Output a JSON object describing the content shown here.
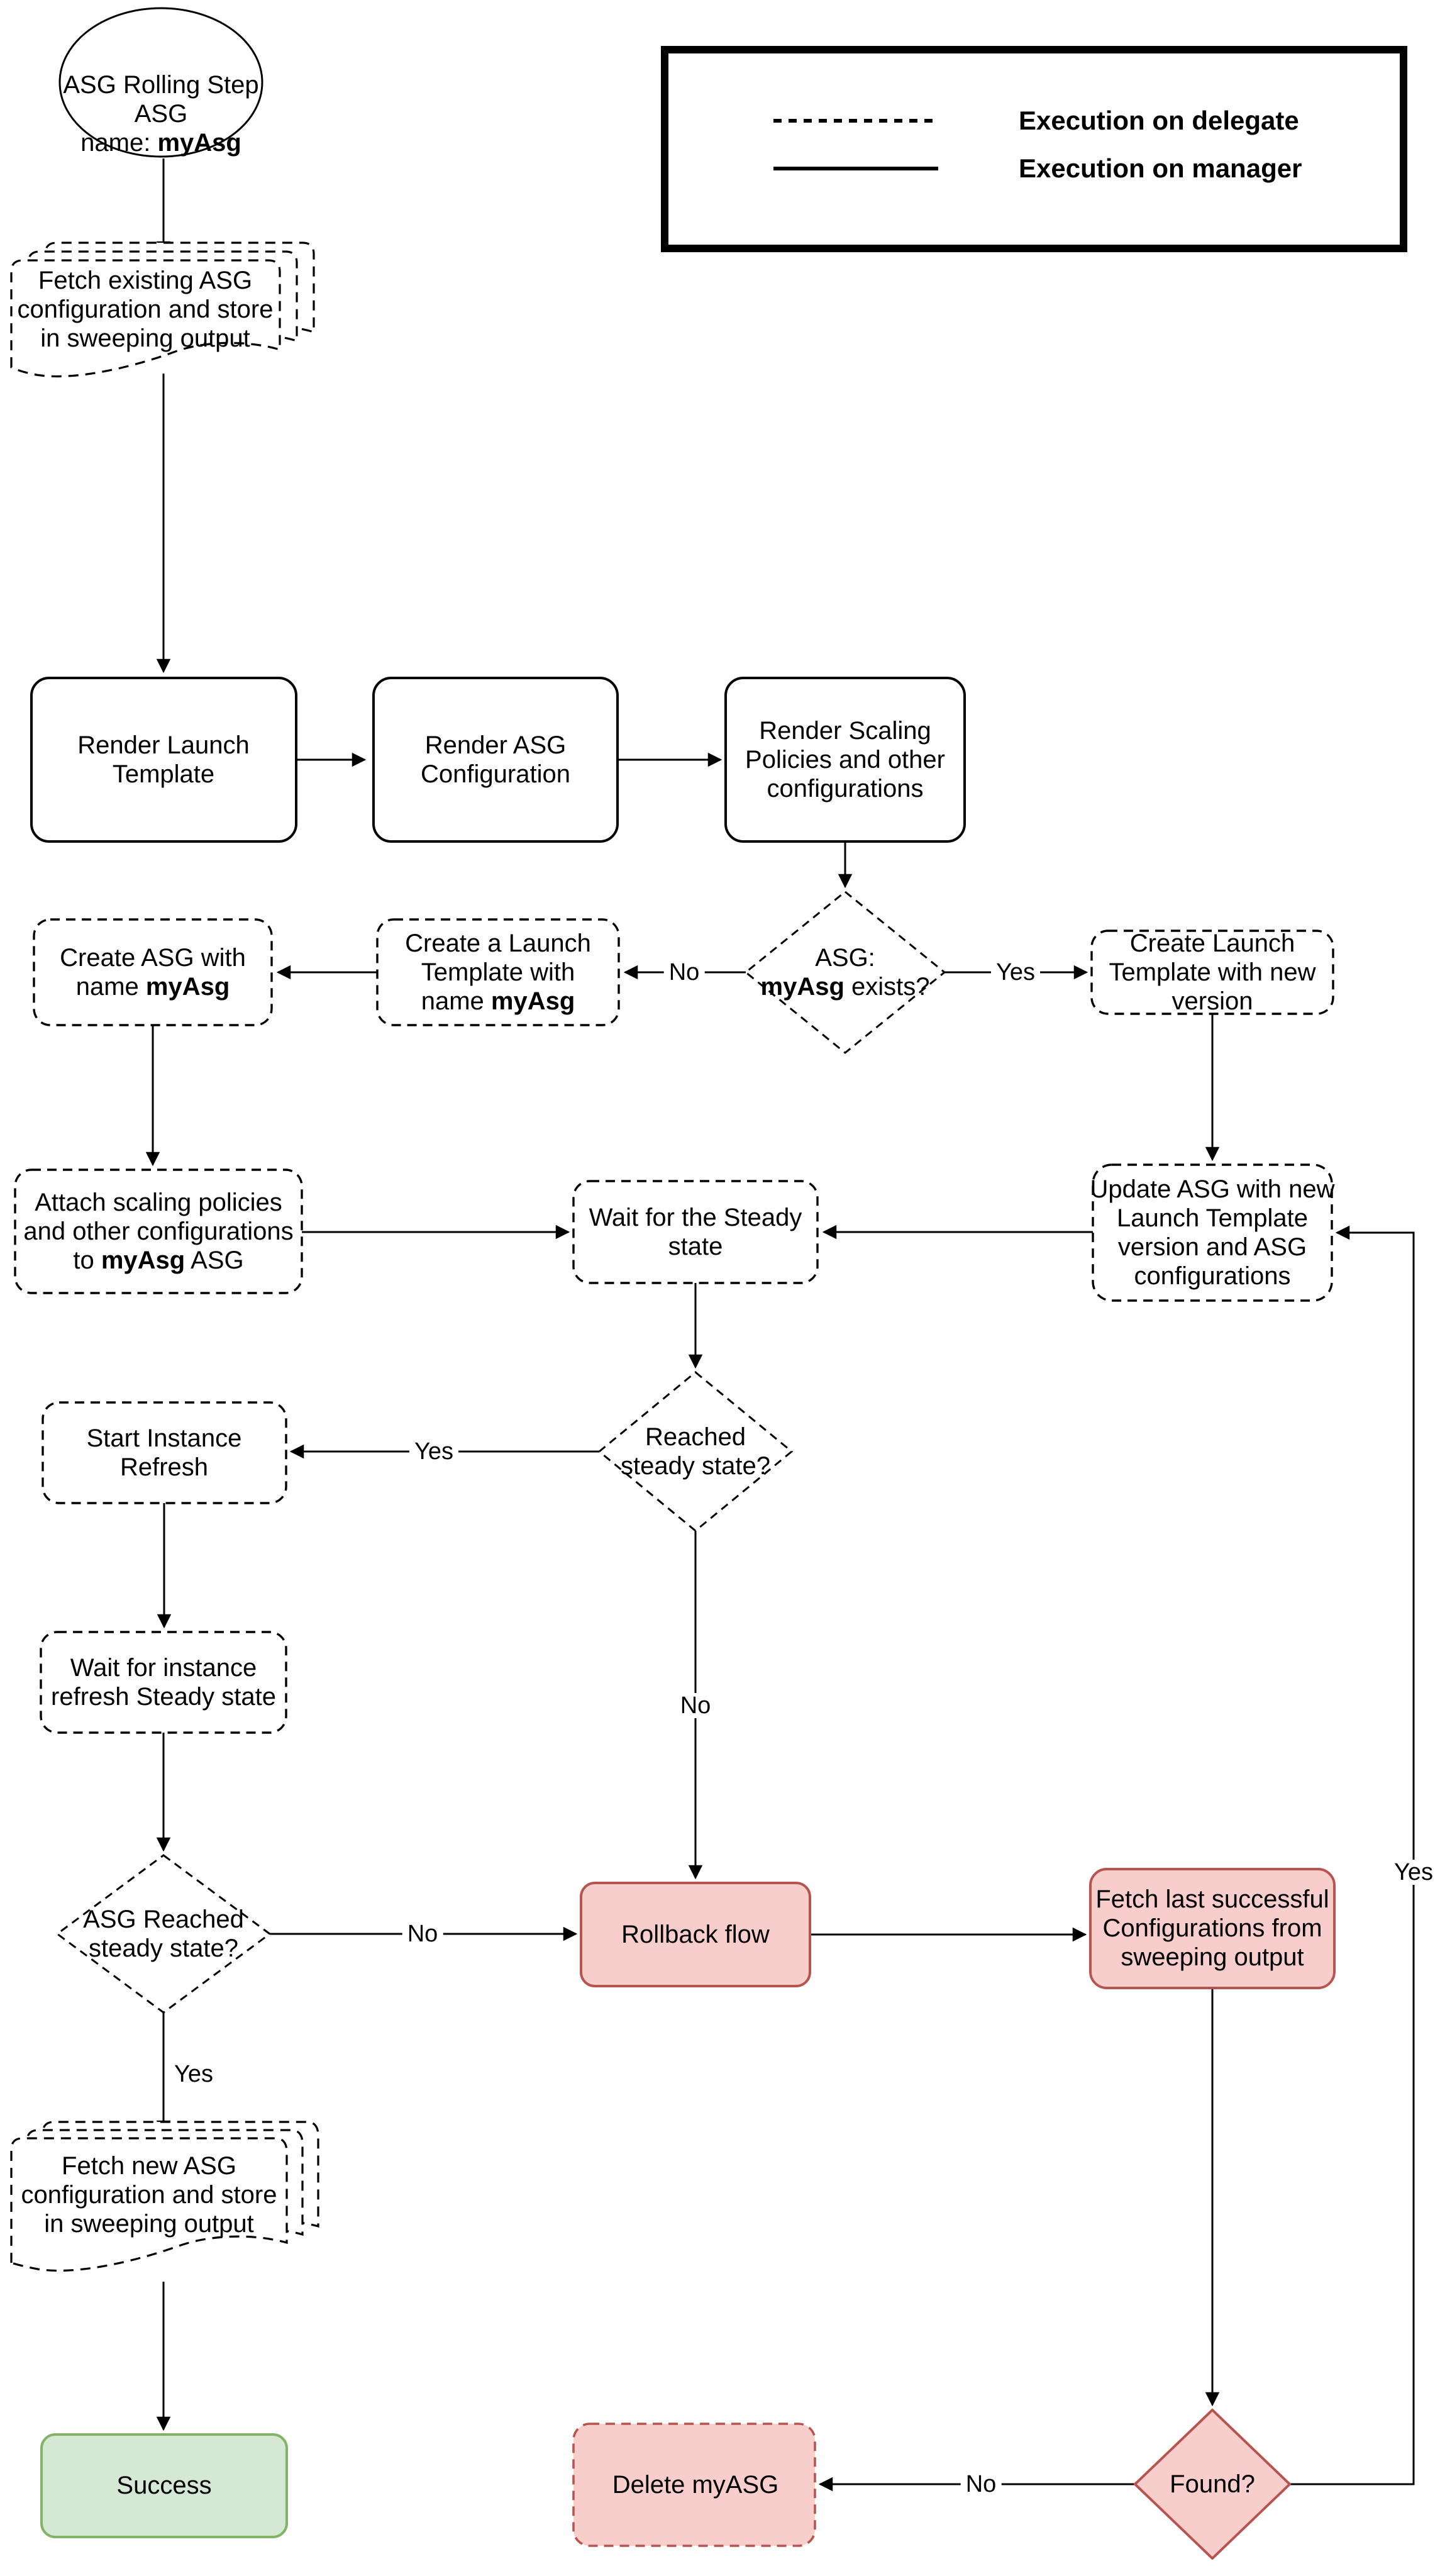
{
  "diagram": {
    "title": "ASG Rolling Step flowchart",
    "background": "#ffffff"
  },
  "colors": {
    "line": "#000000",
    "pink_fill": "#f8cecc",
    "pink_border": "#b85450",
    "green_fill": "#d5e8d4",
    "green_border": "#82b366"
  },
  "legend": {
    "items": [
      {
        "style": "dashed",
        "label": "Execution on delegate"
      },
      {
        "style": "solid",
        "label": "Execution on manager"
      }
    ]
  },
  "nodes": {
    "start": {
      "l1": "ASG Rolling Step",
      "l2": "ASG",
      "l3a": "name: ",
      "l3b": "myAsg"
    },
    "fetch_existing": {
      "l1": "Fetch existing ASG",
      "l2": "configuration and store",
      "l3": "in sweeping output"
    },
    "render_launch_template": {
      "l1": "Render Launch",
      "l2": "Template"
    },
    "render_asg_config": {
      "l1": "Render ASG",
      "l2": "Configuration"
    },
    "render_scaling": {
      "l1": "Render Scaling",
      "l2": "Policies and other",
      "l3": "configurations"
    },
    "asg_exists": {
      "l1": "ASG:",
      "l2a": "myAsg",
      "l2b": " exists?"
    },
    "create_launch_template": {
      "l1": "Create a Launch",
      "l2": "Template with",
      "l3a": "name ",
      "l3b": "myAsg"
    },
    "create_asg": {
      "l1": "Create ASG with",
      "l2a": "name ",
      "l2b": "myAsg"
    },
    "create_lt_new": {
      "l1": "Create Launch",
      "l2": "Template with new",
      "l3": "version"
    },
    "attach": {
      "l1": "Attach scaling policies",
      "l2": "and other configurations",
      "l3a": "to ",
      "l3b": "myAsg",
      "l3c": " ASG"
    },
    "wait_steady": {
      "l1": "Wait for the Steady",
      "l2": "state"
    },
    "update_asg": {
      "l1": "Update ASG with new",
      "l2": "Launch Template",
      "l3": "version and ASG",
      "l4": "configurations"
    },
    "reached_steady": {
      "l1": "Reached",
      "l2": "steady state?"
    },
    "start_refresh": {
      "l1": "Start Instance",
      "l2": "Refresh"
    },
    "wait_instance": {
      "l1": "Wait for instance",
      "l2": "refresh Steady state"
    },
    "asg_reached": {
      "l1": "ASG Reached",
      "l2": "steady state?"
    },
    "rollback": {
      "l1": "Rollback flow"
    },
    "fetch_last": {
      "l1": "Fetch last successful",
      "l2": "Configurations from",
      "l3": "sweeping output"
    },
    "fetch_new": {
      "l1": "Fetch new ASG",
      "l2": "configuration and store",
      "l3": "in sweeping output"
    },
    "success": {
      "l1": "Success"
    },
    "delete_asg": {
      "l1": "Delete myASG"
    },
    "found": {
      "l1": "Found?"
    }
  },
  "labels": {
    "d1_no": "No",
    "d1_yes": "Yes",
    "d2_yes": "Yes",
    "d2_no": "No",
    "d3_no": "No",
    "d3_yes": "Yes",
    "d4_no": "No",
    "d4_yes": "Yes"
  }
}
